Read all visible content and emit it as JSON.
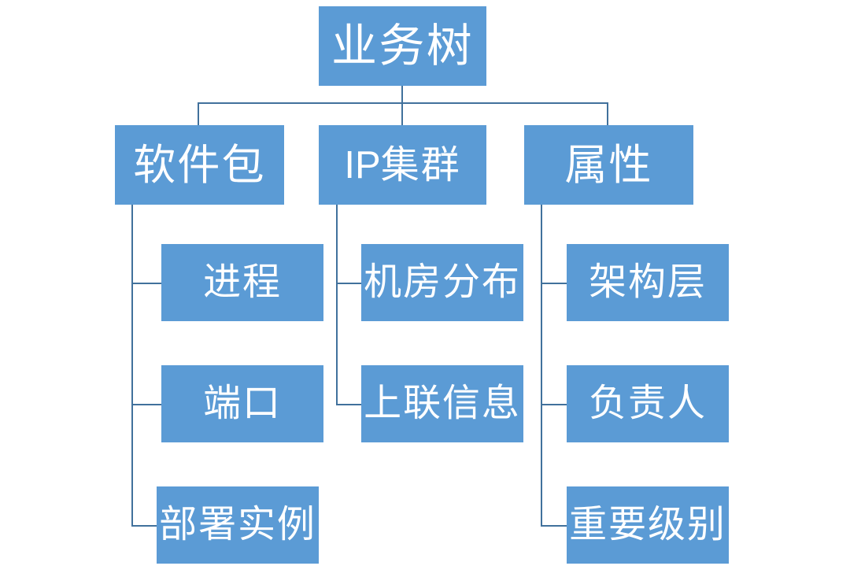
{
  "diagram": {
    "type": "org-tree",
    "title": "业务树",
    "colors": {
      "node_fill": "#5B9BD5",
      "node_text": "#FFFFFF",
      "connector": "#41719C",
      "background": "#FFFFFF"
    },
    "root": {
      "label": "业务树"
    },
    "branches": [
      {
        "label": "软件包",
        "children": [
          {
            "label": "进程"
          },
          {
            "label": "端口"
          },
          {
            "label": "部署实例"
          }
        ]
      },
      {
        "label_latin": "IP",
        "label_cjk": "集群",
        "label": "IP集群",
        "children": [
          {
            "label": "机房分布"
          },
          {
            "label": "上联信息"
          }
        ]
      },
      {
        "label": "属性",
        "children": [
          {
            "label": "架构层"
          },
          {
            "label": "负责人"
          },
          {
            "label": "重要级别"
          }
        ]
      }
    ]
  }
}
